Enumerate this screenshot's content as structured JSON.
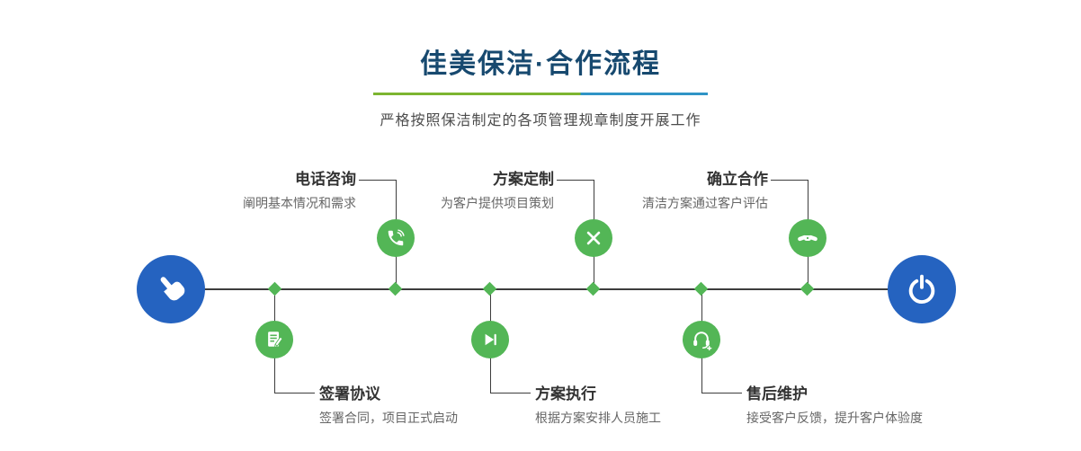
{
  "header": {
    "title": "佳美保洁·合作流程",
    "subtitle": "严格按照保洁制定的各项管理规章制度开展工作"
  },
  "timeline": {
    "start_icon": "pointer-hand-icon",
    "end_icon": "power-icon"
  },
  "steps": {
    "top": [
      {
        "title": "电话咨询",
        "desc": "阐明基本情况和需求",
        "icon": "phone-icon"
      },
      {
        "title": "方案定制",
        "desc": "为客户提供项目策划",
        "icon": "pencil-ruler-icon"
      },
      {
        "title": "确立合作",
        "desc": "清洁方案通过客户评估",
        "icon": "handshake-icon"
      }
    ],
    "bottom": [
      {
        "title": "签署协议",
        "desc": "签署合同，项目正式启动",
        "icon": "contract-icon"
      },
      {
        "title": "方案执行",
        "desc": "根据方案安排人员施工",
        "icon": "play-icon"
      },
      {
        "title": "售后维护",
        "desc": "接受客户反馈，提升客户体验度",
        "icon": "headset-icon"
      }
    ]
  },
  "colors": {
    "accent_green": "#53b656",
    "accent_blue": "#2563c0",
    "title_blue": "#17496f",
    "underline_green": "#7cb530",
    "underline_blue": "#2f94c6"
  }
}
